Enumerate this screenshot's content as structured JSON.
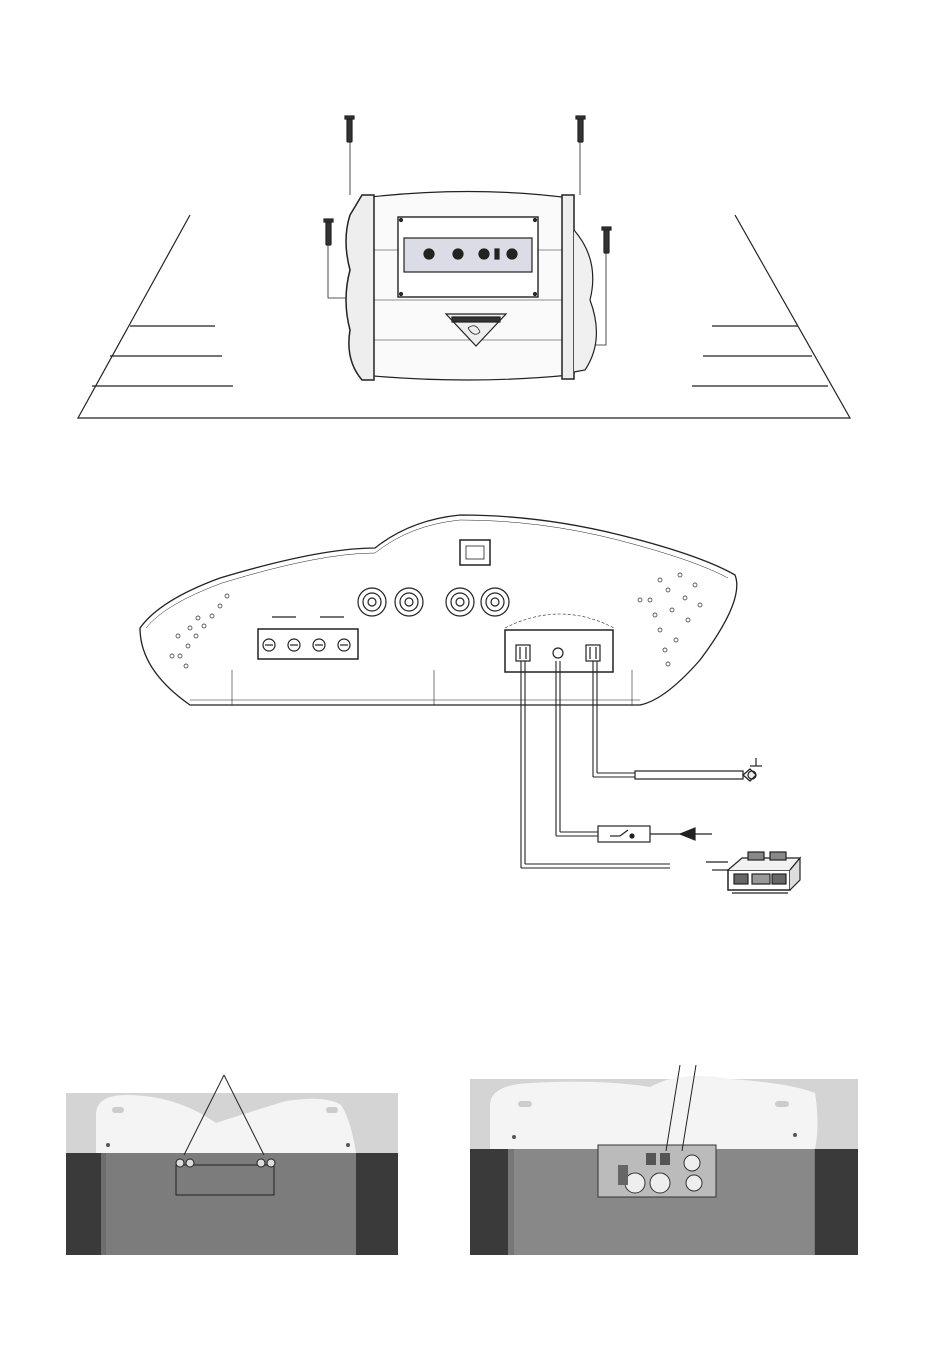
{
  "page": {
    "figures": [
      {
        "name": "amplifier-mounting-diagram"
      },
      {
        "name": "power-wiring-diagram"
      },
      {
        "name": "cover-screws-photo"
      },
      {
        "name": "fuse-access-photo"
      }
    ]
  },
  "mount_diagram": {
    "badge_text": "",
    "controls": [
      "gain",
      "crossover",
      "frequency",
      "switch"
    ]
  },
  "wiring_diagram": {
    "connector_count": 3,
    "speaker_terminals": 4,
    "rca_jacks": 4
  }
}
